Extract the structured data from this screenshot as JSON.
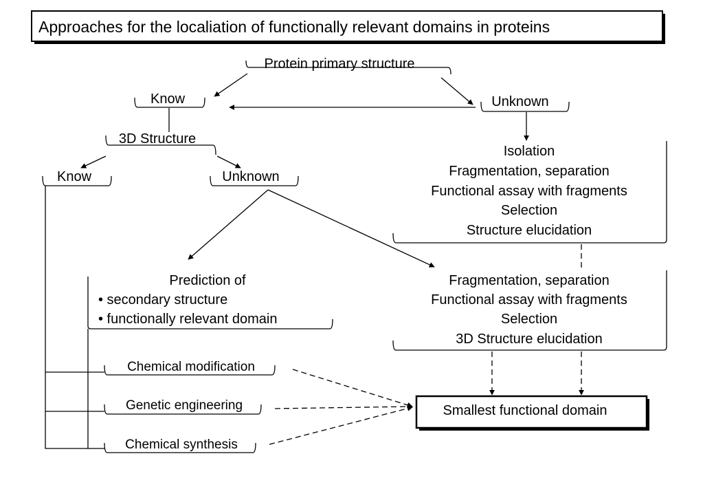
{
  "title": "Approaches for the localiation of functionally relevant domains in proteins",
  "nodes": {
    "primary": "Protein primary structure",
    "know_top": "Know",
    "unknown_top": "Unknown",
    "structure_3d": "3D Structure",
    "know_left": "Know",
    "unknown_mid": "Unknown",
    "isolation": [
      "Isolation",
      "Fragmentation, separation",
      "Functional assay with fragments",
      "Selection",
      "Structure elucidation"
    ],
    "prediction": {
      "heading": "Prediction of",
      "bullets": [
        "• secondary structure",
        "• functionally relevant domain"
      ]
    },
    "fragmentation": [
      "Fragmentation, separation",
      "Functional assay with fragments",
      "Selection",
      "3D Structure elucidation"
    ],
    "chem_mod": "Chemical modification",
    "genetic": "Genetic engineering",
    "chem_syn": "Chemical synthesis",
    "smallest": "Smallest functional domain"
  }
}
